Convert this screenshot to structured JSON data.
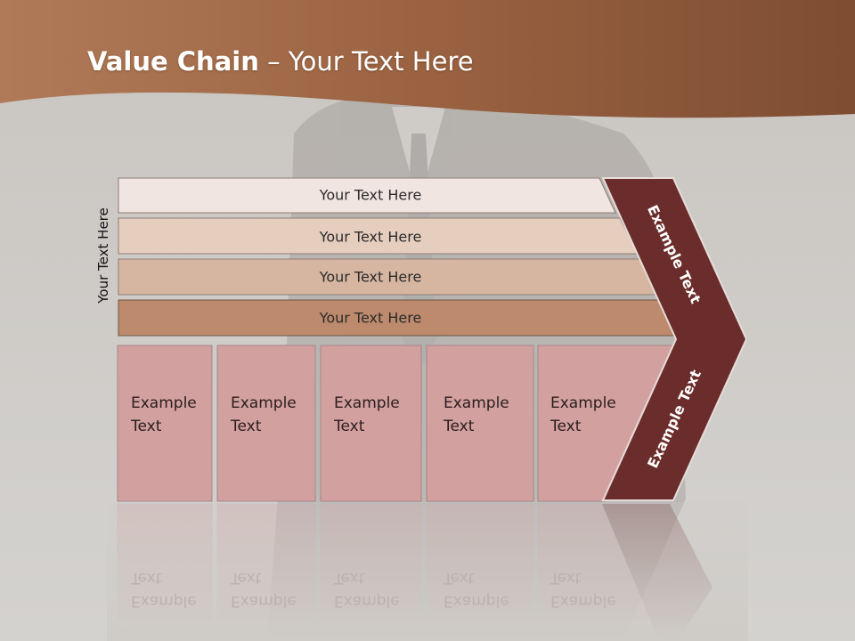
{
  "title": {
    "bold": "Value Chain",
    "rest": " – Your Text Here"
  },
  "side_label": "Your Text Here",
  "rows": [
    {
      "label": "Your Text Here"
    },
    {
      "label": "Your Text Here"
    },
    {
      "label": "Your Text Here"
    },
    {
      "label": "Your Text Here"
    }
  ],
  "columns": [
    {
      "line1": "Example",
      "line2": "Text"
    },
    {
      "line1": "Example",
      "line2": "Text"
    },
    {
      "line1": "Example",
      "line2": "Text"
    },
    {
      "line1": "Example",
      "line2": "Text"
    },
    {
      "line1": "Example",
      "line2": "Text"
    }
  ],
  "chevron": {
    "upper_label": "Example Text",
    "lower_label": "Example Text"
  },
  "colors": {
    "header": "#9a6241",
    "row1": "#f1e5e1",
    "row2": "#e6cebf",
    "row3": "#d6b6a1",
    "row4": "#bd8a6d",
    "column": "#d3a0a0",
    "chevron": "#6b2d2b"
  }
}
